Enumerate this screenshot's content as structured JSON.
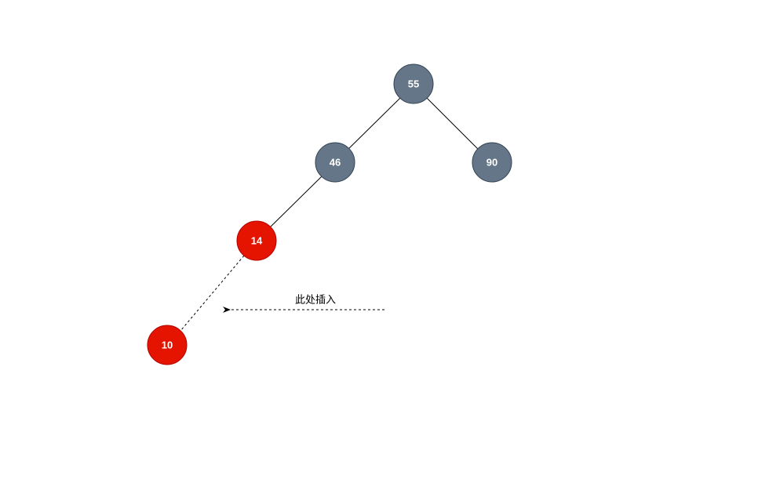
{
  "tree": {
    "nodes": [
      {
        "id": "n55",
        "label": "55",
        "color": "#647687",
        "stroke": "#314354"
      },
      {
        "id": "n46",
        "label": "46",
        "color": "#647687",
        "stroke": "#314354"
      },
      {
        "id": "n90",
        "label": "90",
        "color": "#647687",
        "stroke": "#314354"
      },
      {
        "id": "n14",
        "label": "14",
        "color": "#e51400",
        "stroke": "#b20000"
      },
      {
        "id": "n10",
        "label": "10",
        "color": "#e51400",
        "stroke": "#b20000"
      }
    ],
    "edges": [
      {
        "from": "n55",
        "to": "n46",
        "style": "solid"
      },
      {
        "from": "n55",
        "to": "n90",
        "style": "solid"
      },
      {
        "from": "n46",
        "to": "n14",
        "style": "solid"
      },
      {
        "from": "n14",
        "to": "n10",
        "style": "dashed"
      }
    ]
  },
  "annotation": {
    "label": "此处插入",
    "arrow_style": "dashed"
  }
}
